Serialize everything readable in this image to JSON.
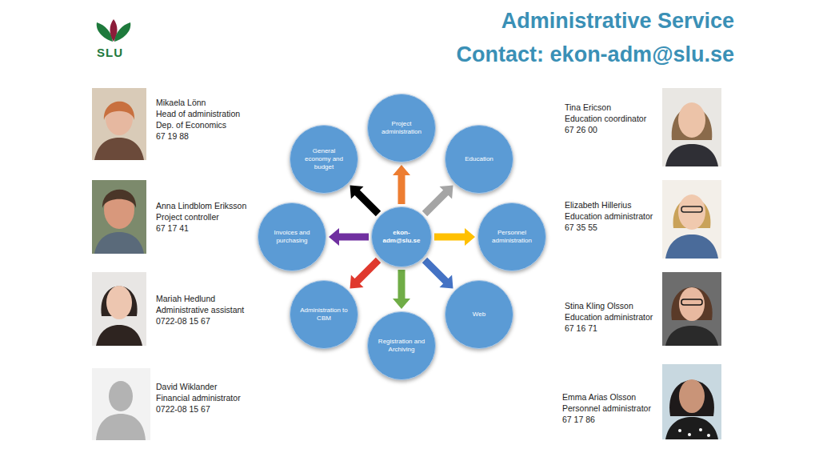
{
  "diagram": {
    "title": "Administrative Service",
    "nodes": [
      {
        "text": [
          "ekon-adm@slu.se"
        ]
      },
      {
        "text": [
          "Project administration"
        ]
      },
      {
        "text": [
          "Education"
        ]
      },
      {
        "text": [
          "Personnel administration"
        ]
      },
      {
        "text": [
          "Web"
        ]
      },
      {
        "text": [
          "Registration and Archiving"
        ]
      },
      {
        "text": [
          "Administration to CBM"
        ]
      },
      {
        "text": [
          "Invoices and purchasing"
        ]
      },
      {
        "text": [
          "General economy and budget"
        ]
      }
    ],
    "edges": [
      {
        "from": 0,
        "to": 1,
        "arrow": "to"
      },
      {
        "from": 0,
        "to": 2,
        "arrow": "to"
      },
      {
        "from": 0,
        "to": 3,
        "arrow": "to"
      },
      {
        "from": 0,
        "to": 4,
        "arrow": "to"
      },
      {
        "from": 0,
        "to": 5,
        "arrow": "to"
      },
      {
        "from": 0,
        "to": 6,
        "arrow": "to"
      },
      {
        "from": 0,
        "to": 7,
        "arrow": "to"
      },
      {
        "from": 0,
        "to": 8,
        "arrow": "to"
      }
    ],
    "labels": [
      "Contact: ekon-adm@slu.se",
      "SLU",
      "Mikaela Lönn",
      "Head of administration",
      "Dep. of Economics",
      "67 19 88",
      "Anna Lindblom Eriksson",
      "Project controller",
      "67 17 41",
      "Mariah Hedlund",
      "Administrative assistant",
      "0722-08 15 67",
      "David Wiklander",
      "Financial administrator",
      "0722-08 15 67",
      "Tina Ericson",
      "Education coordinator",
      "67 26 00",
      "Elizabeth Hillerius",
      "Education administrator",
      "67 35 55",
      "Stina Kling Olsson",
      "Education administrator",
      "67 16 71",
      "Emma Arias Olsson",
      "Personnel administrator",
      "67 17 86"
    ]
  }
}
